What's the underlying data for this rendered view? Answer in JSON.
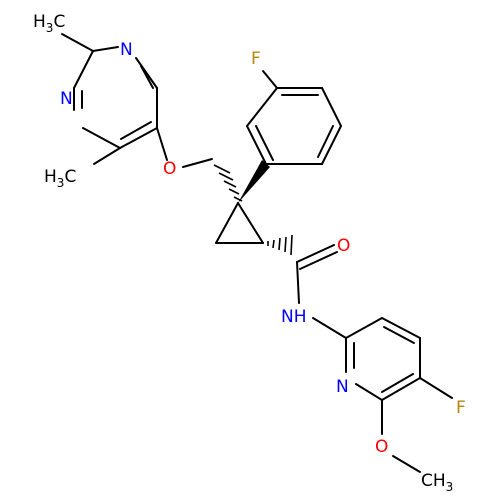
{
  "molecule": {
    "atom_labels": {
      "f_top": "F",
      "f_pyridine": "F",
      "n_pyr_top": "N",
      "n_pyr_left": "N",
      "o_ether": "O",
      "o_carbonyl": "O",
      "nh_amide": "NH",
      "n_pyridine": "N",
      "o_methoxy": "O",
      "methyl_top": "H",
      "methyl_top_sub": "3",
      "methyl_top_c": "C",
      "methyl_bottom": "H",
      "methyl_bottom_sub": "3",
      "methyl_bottom_c": "C",
      "methoxy_ch": "CH",
      "methoxy_sub": "3"
    },
    "colors": {
      "bond": "#000000",
      "nitrogen": "#0000ff",
      "oxygen": "#ff0000",
      "fluorine": "#b8860b",
      "carbon": "#000000"
    }
  }
}
